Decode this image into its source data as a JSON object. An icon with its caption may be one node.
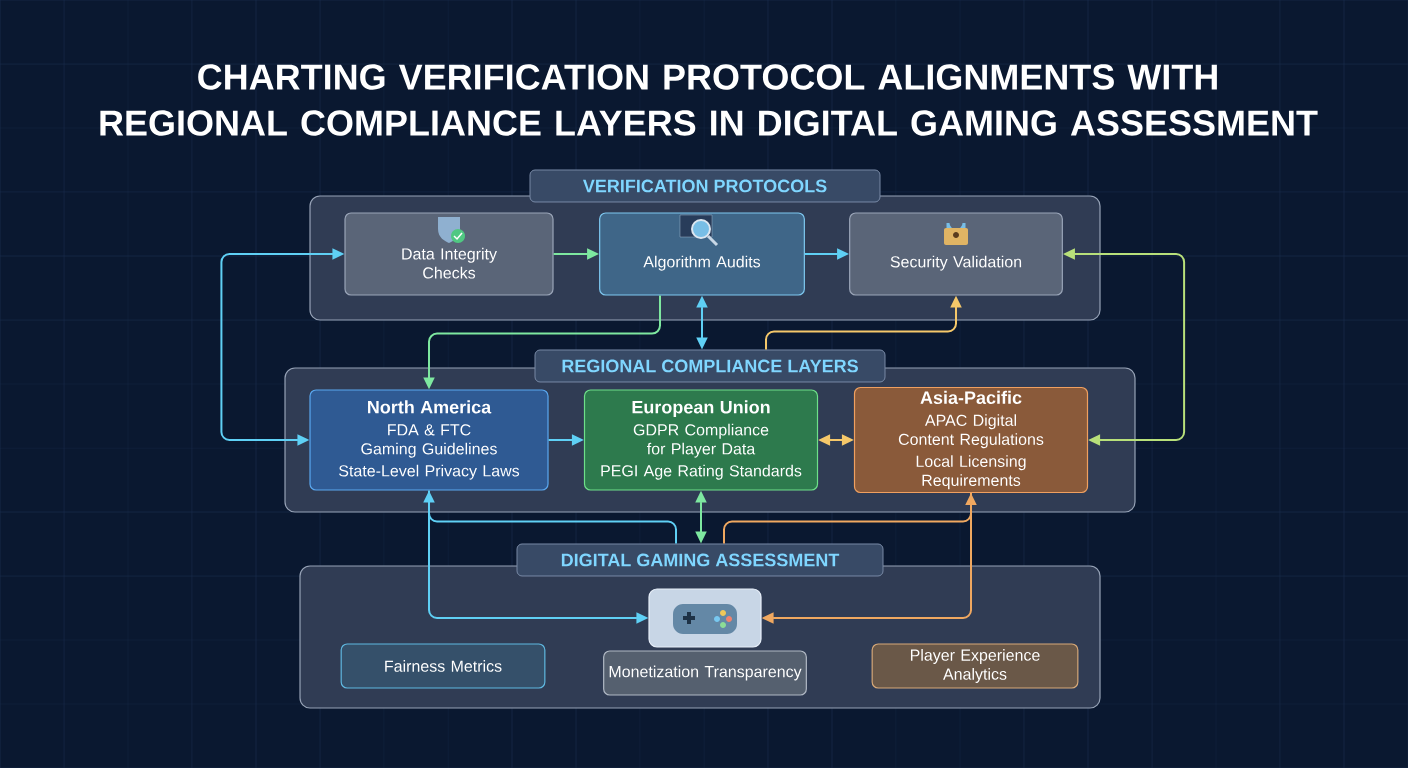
{
  "diagram": {
    "title": "CHARTING VERIFICATION PROTOCOL ALIGNMENTS WITH REGIONAL COMPLIANCE LAYERS IN DIGITAL GAMING ASSESSMENT",
    "nodes": [
      {
        "text": [
          "VERIFICATION PROTOCOLS"
        ]
      },
      {
        "text": [
          "Data Integrity Checks"
        ],
        "in": 0
      },
      {
        "text": [
          "Algorithm Audits"
        ],
        "in": 0
      },
      {
        "text": [
          "Security Validation"
        ],
        "in": 0
      },
      {
        "text": [
          "REGIONAL COMPLIANCE LAYERS"
        ]
      },
      {
        "text": [
          "North America",
          "FDA & FTC Gaming Guidelines",
          "State-Level Privacy Laws"
        ],
        "in": 4
      },
      {
        "text": [
          "European Union",
          "GDPR Compliance for Player Data",
          "PEGI Age Rating Standards"
        ],
        "in": 4
      },
      {
        "text": [
          "Asia-Pacific",
          "APAC Digital Content Regulations",
          "Local Licensing Requirements"
        ],
        "in": 4
      },
      {
        "text": [
          "DIGITAL GAMING ASSESSMENT"
        ]
      },
      {
        "text": [],
        "shape": "picture",
        "in": 8
      },
      {
        "text": [
          "Fairness Metrics"
        ],
        "in": 8
      },
      {
        "text": [
          "Monetization Transparency"
        ],
        "in": 8
      },
      {
        "text": [
          "Player Experience Analytics"
        ],
        "in": 8
      }
    ],
    "edges": [
      {
        "from": 1,
        "to": 2,
        "arrow": "to",
        "color": "#7ee8a0"
      },
      {
        "from": 2,
        "to": 3,
        "arrow": "to"
      },
      {
        "from": 5,
        "to": 1,
        "arrow": "both"
      },
      {
        "from": 2,
        "to": 5,
        "arrow": "to",
        "color": "#7ee8a0"
      },
      {
        "from": 2,
        "to": 4,
        "arrow": "both"
      },
      {
        "from": 4,
        "to": 3,
        "arrow": "to",
        "color": "#f5c86a"
      },
      {
        "from": 7,
        "to": 3,
        "arrow": "both",
        "color": "#b8e07a"
      },
      {
        "from": 5,
        "to": 6,
        "arrow": "to"
      },
      {
        "from": 6,
        "to": 7,
        "arrow": "both",
        "color": "#f5c86a"
      },
      {
        "from": 6,
        "to": 8,
        "arrow": "both",
        "color": "#7ee8a0"
      },
      {
        "from": 9,
        "to": 5,
        "arrow": "both"
      },
      {
        "from": 9,
        "to": 7,
        "arrow": "both",
        "color": "#f0a860"
      },
      {
        "from": 8,
        "to": 5,
        "arrow": "none"
      },
      {
        "from": 8,
        "to": 7,
        "arrow": "none",
        "color": "#f0a860"
      }
    ]
  }
}
